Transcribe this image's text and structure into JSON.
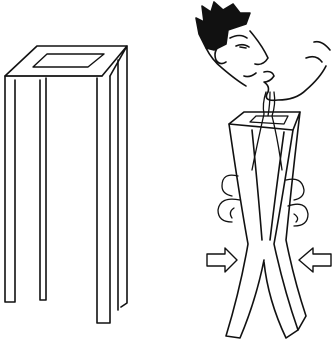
{
  "illustration": {
    "panels": [
      {
        "id": "paper-sleeve",
        "state": "standing"
      },
      {
        "id": "person-blowing",
        "state": "sleeve-walls-pulled-inward"
      }
    ],
    "icons": [
      "paper-sleeve-icon",
      "face-icon",
      "air-stream-icon",
      "inward-arrow-icon"
    ],
    "colors": {
      "ink": "#111111",
      "background": "#ffffff"
    }
  }
}
